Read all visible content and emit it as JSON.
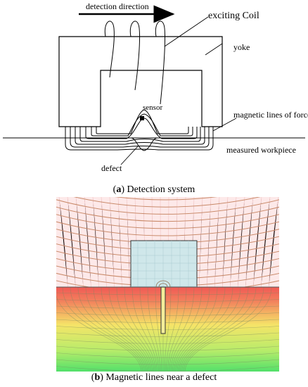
{
  "panel_a": {
    "arrow_label": "detection direction",
    "coil_label": "exciting Coil",
    "yoke_label": "yoke",
    "sensor_label": "sensor",
    "flux_label": "magnetic lines of force",
    "workpiece_label": "measured workpiece",
    "defect_label": "defect",
    "caption_letter": "a",
    "caption_text": "Detection system"
  },
  "panel_b": {
    "caption_letter": "b",
    "caption_text": "Magnetic lines near a defect",
    "colors": {
      "air_background": "#fde9e9",
      "air_field_lines": "#c98a6a",
      "probe_fill": "#cfe7ea",
      "workpiece_top": "#f05a55",
      "workpiece_mid": "#f5e468",
      "workpiece_bottom": "#52e06a"
    }
  }
}
